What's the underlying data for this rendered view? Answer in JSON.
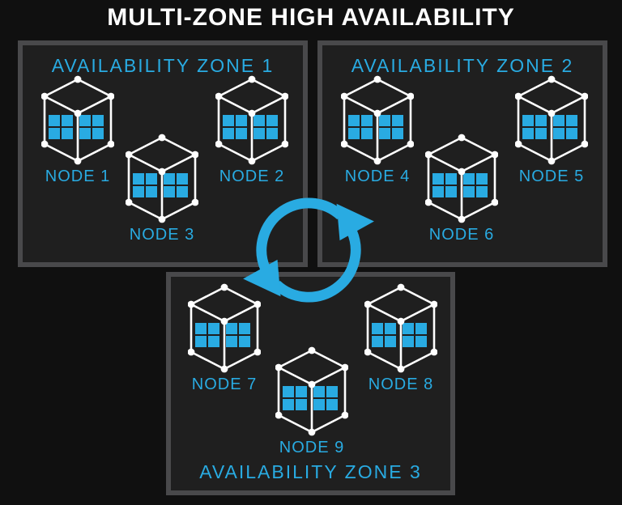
{
  "title": "MULTI-ZONE HIGH AVAILABILITY",
  "colors": {
    "background": "#101010",
    "panel_fill": "#1f1f1f",
    "panel_border": "#49494b",
    "accent_blue": "#29abe2",
    "wireframe_white": "#ffffff"
  },
  "icons": {
    "node_icon": "server-cube-icon",
    "center_icon": "sync-arrows-icon"
  },
  "zones": [
    {
      "label": "AVAILABILITY ZONE 1",
      "label_position": "top",
      "nodes": [
        {
          "label": "NODE 1"
        },
        {
          "label": "NODE 2"
        },
        {
          "label": "NODE 3"
        }
      ]
    },
    {
      "label": "AVAILABILITY ZONE 2",
      "label_position": "top",
      "nodes": [
        {
          "label": "NODE 4"
        },
        {
          "label": "NODE 5"
        },
        {
          "label": "NODE 6"
        }
      ]
    },
    {
      "label": "AVAILABILITY ZONE 3",
      "label_position": "bottom",
      "nodes": [
        {
          "label": "NODE 7"
        },
        {
          "label": "NODE 8"
        },
        {
          "label": "NODE 9"
        }
      ]
    }
  ]
}
